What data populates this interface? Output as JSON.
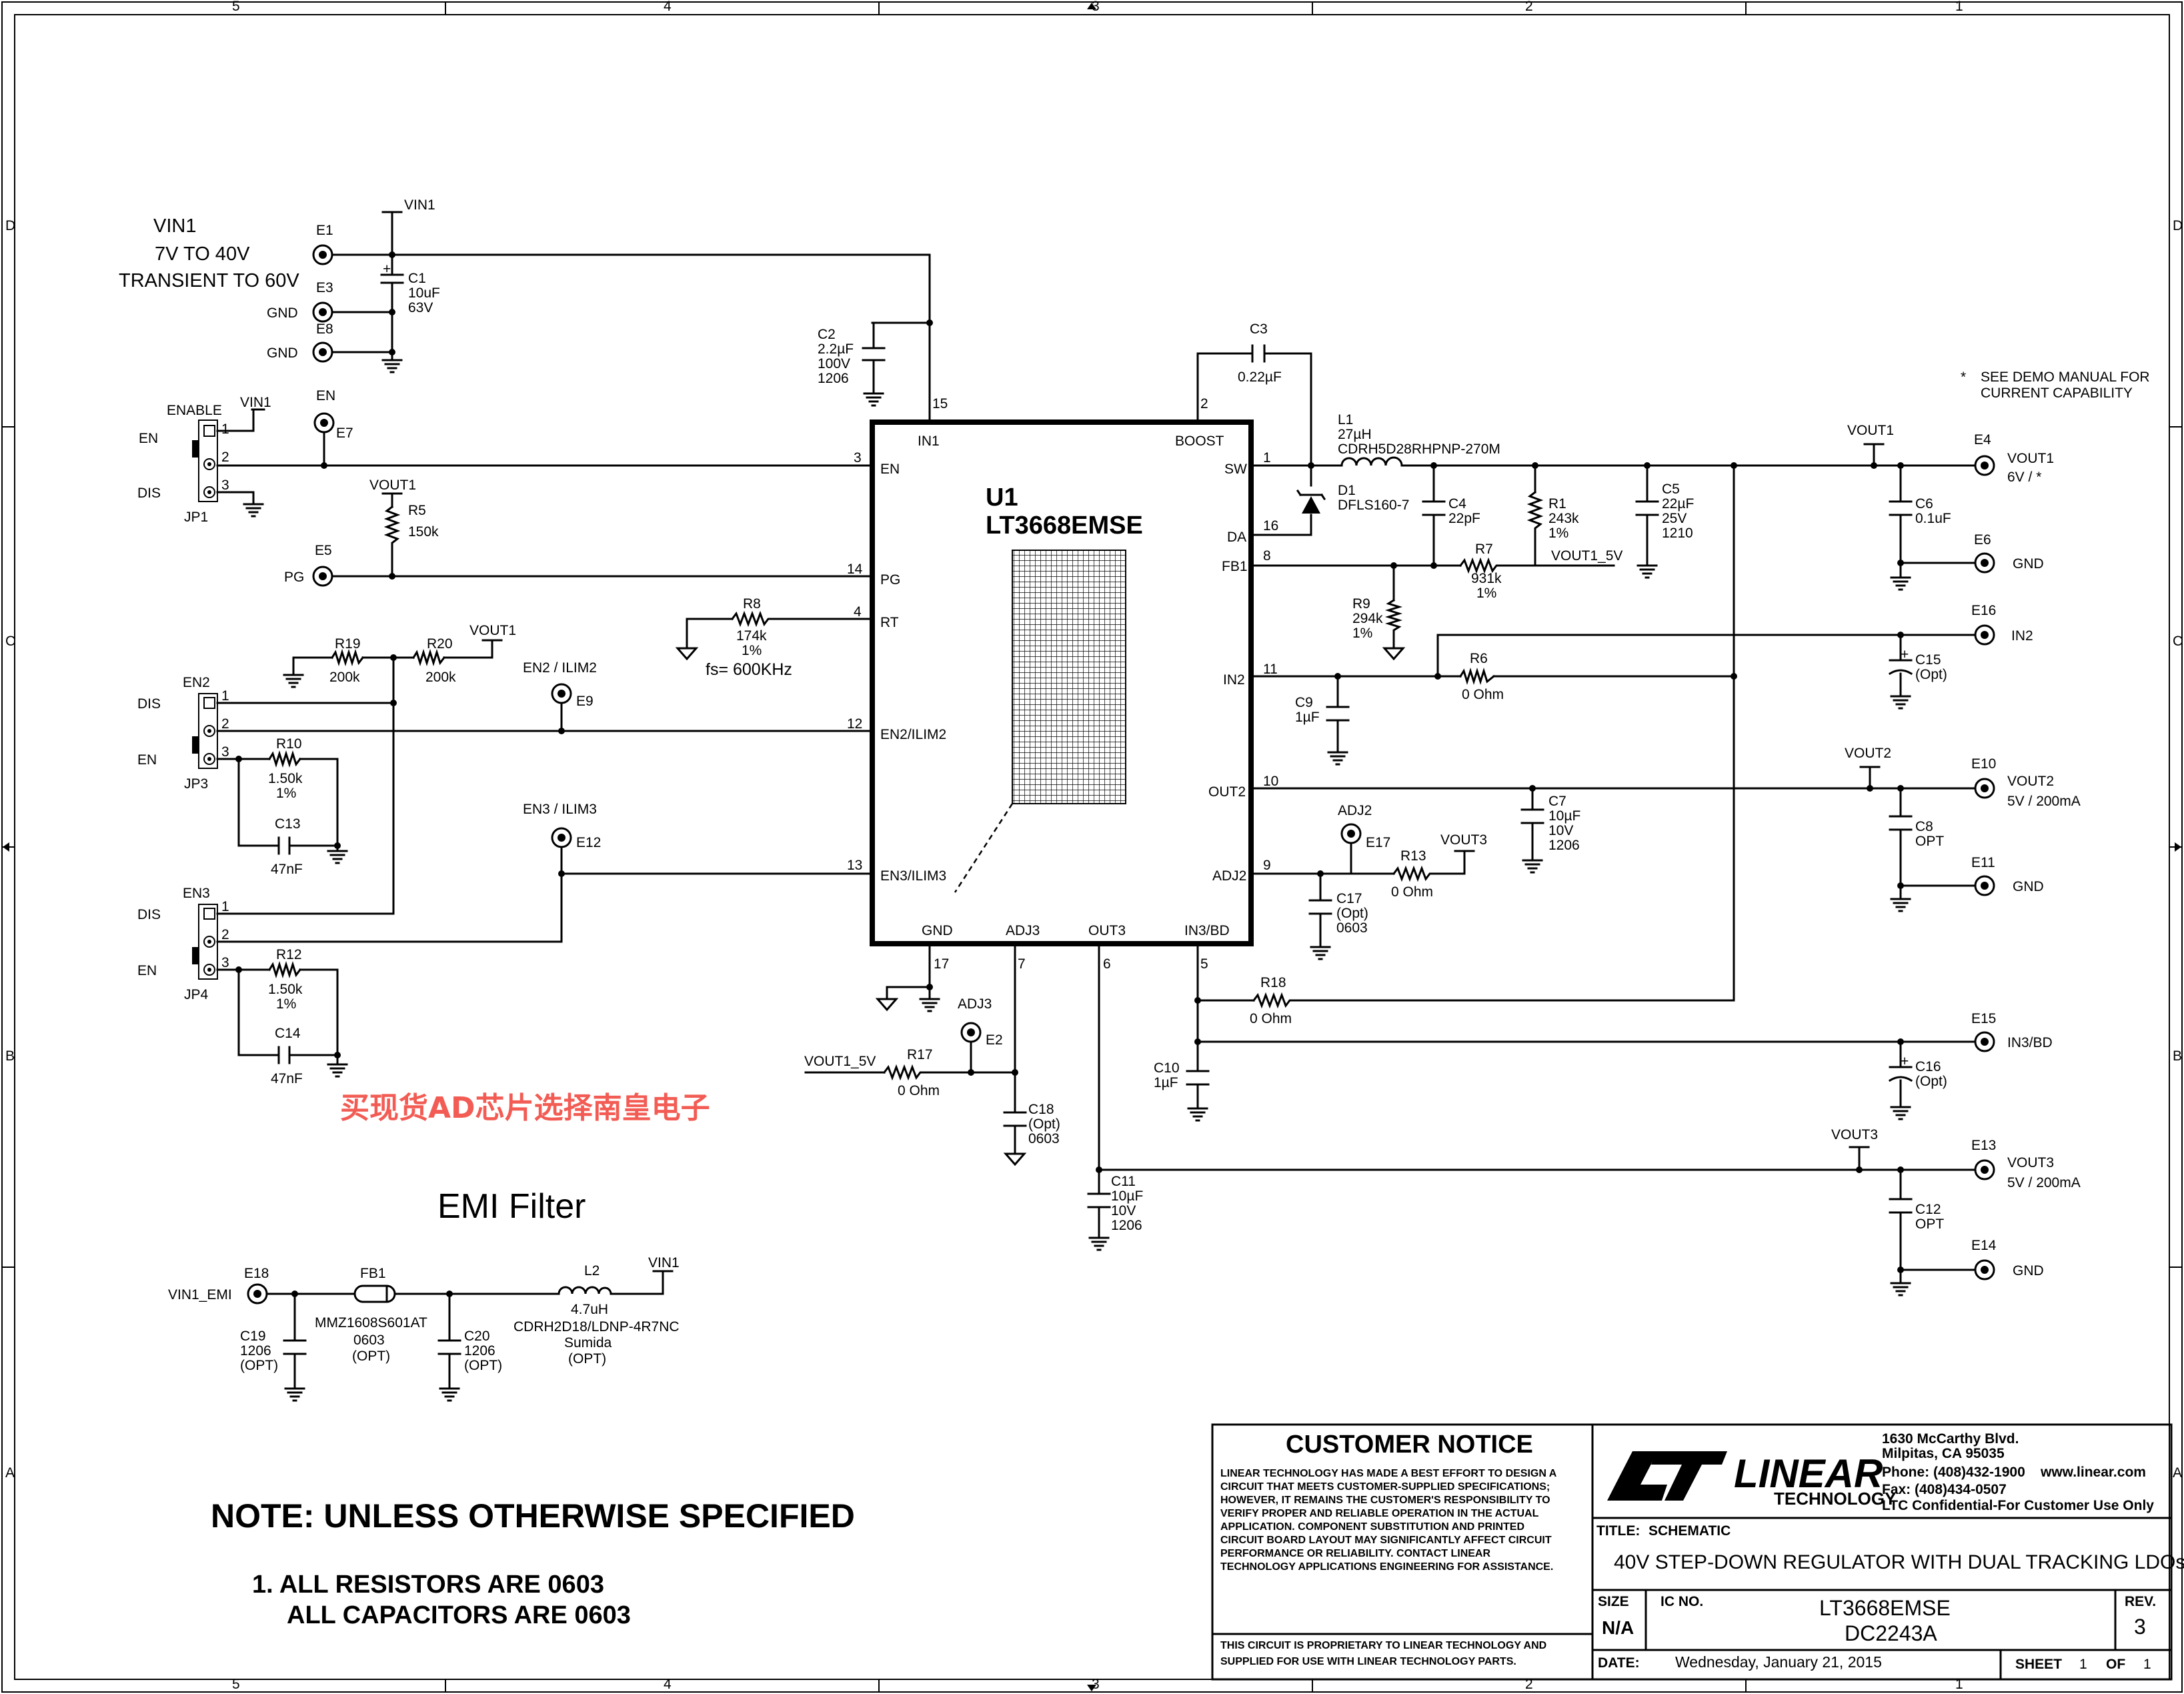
{
  "border": {
    "columns": [
      "5",
      "4",
      "3",
      "2",
      "1"
    ],
    "rows": [
      "D",
      "C",
      "B",
      "A"
    ]
  },
  "input_block": {
    "title": "VIN1",
    "range": "7V TO 40V",
    "transient": "TRANSIENT TO 60V"
  },
  "ic": {
    "ref": "U1",
    "part": "LT3668EMSE",
    "pins_left": [
      {
        "num": "15",
        "name": "IN1"
      },
      {
        "num": "3",
        "name": "EN"
      },
      {
        "num": "14",
        "name": "PG"
      },
      {
        "num": "4",
        "name": "RT"
      },
      {
        "num": "12",
        "name": "EN2/ILIM2"
      },
      {
        "num": "13",
        "name": "EN3/ILIM3"
      }
    ],
    "pins_right": [
      {
        "num": "2",
        "name": "BOOST"
      },
      {
        "num": "1",
        "name": "SW"
      },
      {
        "num": "16",
        "name": "DA"
      },
      {
        "num": "8",
        "name": "FB1"
      },
      {
        "num": "11",
        "name": "IN2"
      },
      {
        "num": "10",
        "name": "OUT2"
      },
      {
        "num": "9",
        "name": "ADJ2"
      }
    ],
    "pins_bottom": [
      {
        "num": "17",
        "name": "GND"
      },
      {
        "num": "7",
        "name": "ADJ3"
      },
      {
        "num": "6",
        "name": "OUT3"
      },
      {
        "num": "5",
        "name": "IN3/BD"
      }
    ]
  },
  "components": {
    "C1": [
      "C1",
      "10uF",
      "63V"
    ],
    "C2": [
      "C2",
      "2.2µF",
      "100V",
      "1206"
    ],
    "C3": [
      "C3",
      "0.22µF"
    ],
    "C4": [
      "C4",
      "22pF"
    ],
    "C5": [
      "C5",
      "22µF",
      "25V",
      "1210"
    ],
    "C6": [
      "C6",
      "0.1uF"
    ],
    "C7": [
      "C7",
      "10µF",
      "10V",
      "1206"
    ],
    "C8": [
      "C8",
      "OPT"
    ],
    "C9": [
      "C9",
      "1µF"
    ],
    "C10": [
      "C10",
      "1µF"
    ],
    "C11": [
      "C11",
      "10µF",
      "10V",
      "1206"
    ],
    "C12": [
      "C12",
      "OPT"
    ],
    "C13": [
      "C13",
      "47nF"
    ],
    "C14": [
      "C14",
      "47nF"
    ],
    "C15": [
      "C15",
      "(Opt)"
    ],
    "C16": [
      "C16",
      "(Opt)"
    ],
    "C17": [
      "C17",
      "(Opt)",
      "0603"
    ],
    "C18": [
      "C18",
      "(Opt)",
      "0603"
    ],
    "C19": [
      "C19",
      "1206",
      "(OPT)"
    ],
    "C20": [
      "C20",
      "1206",
      "(OPT)"
    ],
    "R1": [
      "R1",
      "243k",
      "1%"
    ],
    "R5": [
      "R5",
      "150k"
    ],
    "R6": [
      "R6",
      "0 Ohm"
    ],
    "R7": [
      "R7",
      "931k",
      "1%"
    ],
    "R8": [
      "R8",
      "174k",
      "1%"
    ],
    "R9": [
      "R9",
      "294k",
      "1%"
    ],
    "R10": [
      "R10",
      "1.50k",
      "1%"
    ],
    "R12": [
      "R12",
      "1.50k",
      "1%"
    ],
    "R13": [
      "R13",
      "0 Ohm"
    ],
    "R17": [
      "R17",
      "0 Ohm"
    ],
    "R18": [
      "R18",
      "0 Ohm"
    ],
    "R19": [
      "R19",
      "200k"
    ],
    "R20": [
      "R20",
      "200k"
    ],
    "L1": [
      "L1",
      "27µH",
      "CDRH5D28RHPNP-270M"
    ],
    "L2": [
      "L2",
      "4.7uH",
      "CDRH2D18/LDNP-4R7NC",
      "Sumida",
      "(OPT)"
    ],
    "D1": [
      "D1",
      "DFLS160-7"
    ],
    "FB1": [
      "FB1",
      "MMZ1608S601AT",
      "0603",
      "(OPT)"
    ]
  },
  "net_labels": {
    "vin1": "VIN1",
    "vout1": "VOUT1",
    "vout2": "VOUT2",
    "vout3": "VOUT3",
    "vout1_5v": "VOUT1_5V",
    "vin1_emi": "VIN1_EMI",
    "gnd": "GND",
    "pg": "PG",
    "en": "EN",
    "dis": "DIS",
    "enable": "ENABLE",
    "fs": "fs= 600KHz"
  },
  "test_points": {
    "E1": "E1",
    "E2": "E2",
    "E3": "E3",
    "E4": "E4",
    "E5": "E5",
    "E6": "E6",
    "E7": "E7",
    "E8": "E8",
    "E9": "E9",
    "E10": "E10",
    "E11": "E11",
    "E12": "E12",
    "E13": "E13",
    "E14": "E14",
    "E15": "E15",
    "E16": "E16",
    "E17": "E17",
    "E18": "E18",
    "EN2_ILIM2": "EN2 / ILIM2",
    "EN3_ILIM3": "EN3 / ILIM3",
    "ADJ2": "ADJ2",
    "ADJ3": "ADJ3",
    "IN2": "IN2",
    "IN3_BD": "IN3/BD",
    "VOUT1_label": "VOUT1",
    "VOUT1_value": "6V / *",
    "VOUT2_label": "VOUT2",
    "VOUT2_value": "5V / 200mA",
    "VOUT3_label": "VOUT3",
    "VOUT3_value": "5V / 200mA"
  },
  "jumpers": {
    "JP1": "JP1",
    "JP3": "JP3",
    "JP4": "JP4",
    "EN2": "EN2",
    "EN3": "EN3",
    "pins": [
      "1",
      "2",
      "3"
    ]
  },
  "notes": {
    "demo_manual_1": "SEE DEMO MANUAL FOR",
    "demo_manual_2": "CURRENT CAPABILITY",
    "asterisk": "*",
    "emi_filter": "EMI Filter",
    "watermark": "买现货AD芯片选择南皇电子",
    "unless": "NOTE: UNLESS OTHERWISE SPECIFIED",
    "note1_a": "1.  ALL RESISTORS ARE 0603",
    "note1_b": "ALL CAPACITORS ARE 0603"
  },
  "title_block": {
    "customer_notice": "CUSTOMER NOTICE",
    "notice_lines": [
      "LINEAR TECHNOLOGY HAS MADE A BEST EFFORT TO DESIGN A",
      "CIRCUIT THAT MEETS CUSTOMER-SUPPLIED SPECIFICATIONS;",
      "HOWEVER, IT REMAINS THE CUSTOMER'S RESPONSIBILITY TO",
      "VERIFY PROPER AND RELIABLE OPERATION IN THE ACTUAL",
      "APPLICATION.  COMPONENT SUBSTITUTION AND PRINTED",
      "CIRCUIT BOARD LAYOUT MAY SIGNIFICANTLY AFFECT CIRCUIT",
      "PERFORMANCE OR RELIABILITY.  CONTACT LINEAR",
      "TECHNOLOGY APPLICATIONS ENGINEERING FOR ASSISTANCE."
    ],
    "proprietary_1": "THIS CIRCUIT IS PROPRIETARY TO LINEAR TECHNOLOGY AND",
    "proprietary_2": "SUPPLIED FOR USE WITH LINEAR TECHNOLOGY PARTS.",
    "logo_text": "LINEAR",
    "logo_sub": "TECHNOLOGY",
    "address_1": "1630 McCarthy Blvd.",
    "address_2": "Milpitas, CA 95035",
    "phone": "Phone: (408)432-1900",
    "web": "www.linear.com",
    "fax": "Fax: (408)434-0507",
    "confidential": "LTC Confidential-For Customer Use Only",
    "title_label": "TITLE:",
    "title_value": "SCHEMATIC",
    "subtitle": "40V STEP-DOWN REGULATOR WITH DUAL TRACKING LDOs",
    "size_label": "SIZE",
    "size_value": "N/A",
    "icno_label": "IC NO.",
    "ic_no": "LT3668EMSE",
    "board": "DC2243A",
    "rev_label": "REV.",
    "rev_value": "3",
    "date_label": "DATE:",
    "date_value": "Wednesday, January 21, 2015",
    "sheet_label": "SHEET",
    "sheet_value": "1",
    "of_label": "OF",
    "of_value": "1"
  }
}
